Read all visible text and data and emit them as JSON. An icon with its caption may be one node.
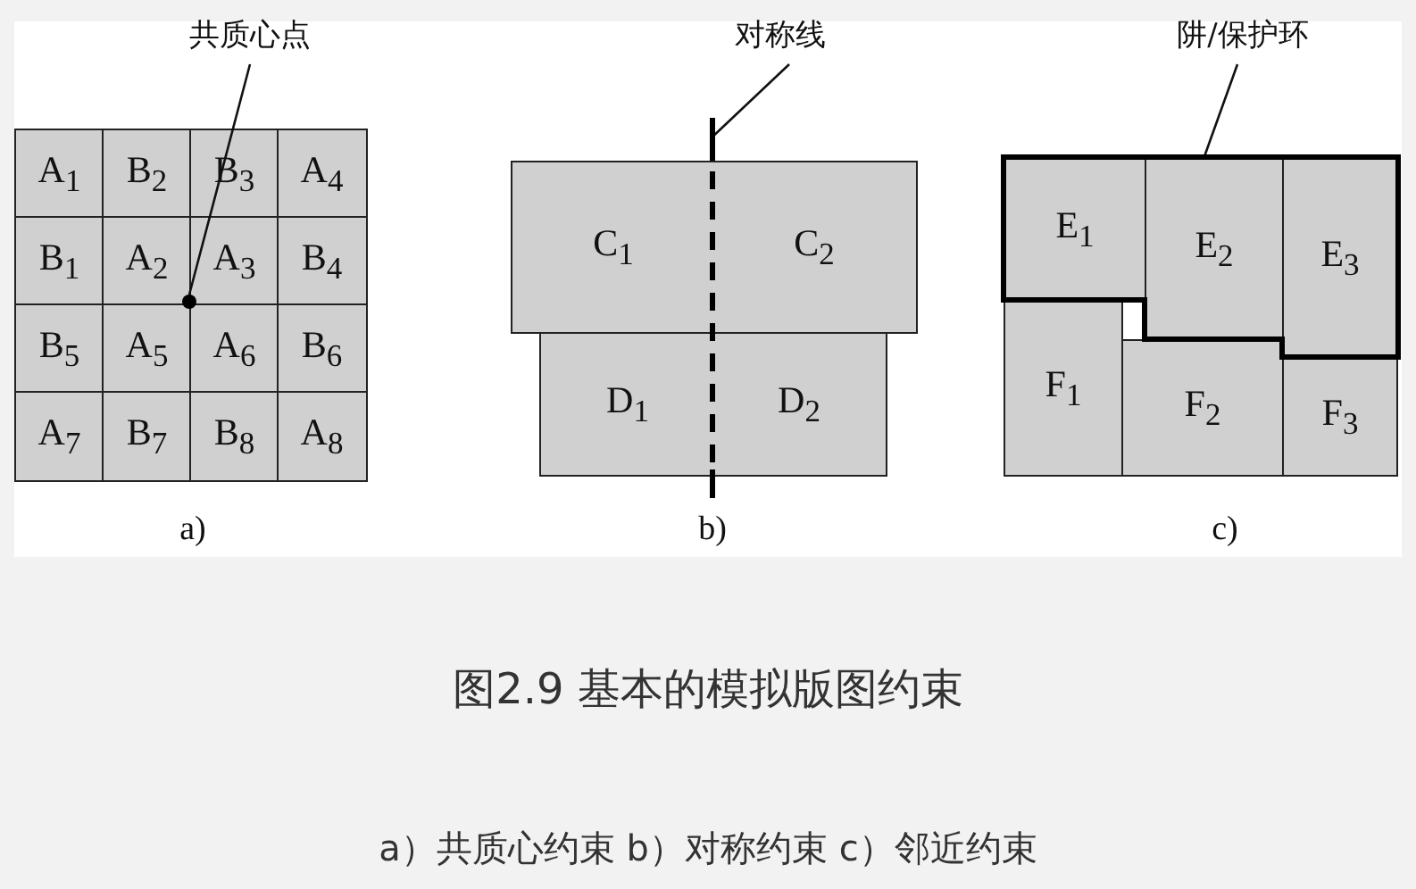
{
  "diagram": {
    "title": "图2.9 基本的模拟版图约束",
    "caption": "a）共质心约束 b）对称约束 c）邻近约束",
    "nodes": [
      {
        "text": [
          "共质心点"
        ]
      },
      {
        "text": [],
        "shape": "circle"
      },
      {
        "text": [
          "A$_{1}$"
        ]
      },
      {
        "text": [
          "B$_{2}$"
        ]
      },
      {
        "text": [
          "B$_{3}$"
        ]
      },
      {
        "text": [
          "A$_{4}$"
        ]
      },
      {
        "text": [
          "B$_{1}$"
        ]
      },
      {
        "text": [
          "A$_{2}$"
        ]
      },
      {
        "text": [
          "A$_{3}$"
        ]
      },
      {
        "text": [
          "B$_{4}$"
        ]
      },
      {
        "text": [
          "B$_{5}$"
        ]
      },
      {
        "text": [
          "A$_{5}$"
        ]
      },
      {
        "text": [
          "A$_{6}$"
        ]
      },
      {
        "text": [
          "B$_{6}$"
        ]
      },
      {
        "text": [
          "A$_{7}$"
        ]
      },
      {
        "text": [
          "B$_{7}$"
        ]
      },
      {
        "text": [
          "B$_{8}$"
        ]
      },
      {
        "text": [
          "A$_{8}$"
        ]
      },
      {
        "text": [
          "对称线"
        ]
      },
      {
        "text": [],
        "shape": "line"
      },
      {
        "text": [
          "C$_{1}$"
        ]
      },
      {
        "text": [
          "C$_{2}$"
        ]
      },
      {
        "text": [
          "D$_{1}$"
        ]
      },
      {
        "text": [
          "D$_{2}$"
        ]
      },
      {
        "text": [
          "阱/保护环"
        ]
      },
      {
        "text": [],
        "shape": "polygon"
      },
      {
        "text": [
          "E$_{1}$"
        ],
        "in": 25
      },
      {
        "text": [
          "E$_{2}$"
        ],
        "in": 25
      },
      {
        "text": [
          "E$_{3}$"
        ],
        "in": 25
      },
      {
        "text": [
          "F$_{1}$"
        ]
      },
      {
        "text": [
          "F$_{2}$"
        ]
      },
      {
        "text": [
          "F$_{3}$"
        ]
      }
    ],
    "edges": [
      {
        "from": 0,
        "to": 1,
        "arrow": "none"
      },
      {
        "from": 18,
        "to": 19,
        "arrow": "none"
      },
      {
        "from": 24,
        "to": 25,
        "arrow": "none"
      }
    ],
    "labels": [
      "a)",
      "b)",
      "c)"
    ]
  }
}
